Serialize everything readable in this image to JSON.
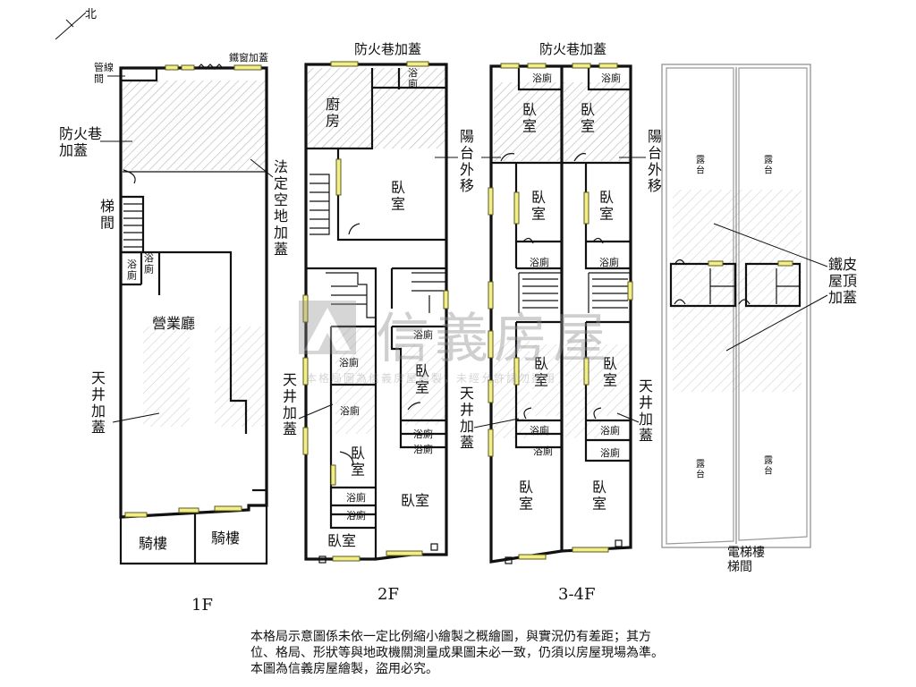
{
  "compass": {
    "north_label": "北"
  },
  "floors": {
    "f1": {
      "label": "1F",
      "rooms": {
        "pipe_room": "管線\n間",
        "iron_canopy": "鐵窗加蓋",
        "fire_lane": "防火巷\n加蓋",
        "stair": "梯\n間",
        "legal_open": "法\n定\n空\n地\n加\n蓋",
        "bath_a": "浴\n廁",
        "bath_b": "浴\n廁",
        "business_hall": "營業廳",
        "courtyard": "天\n井\n加\n蓋",
        "arcade_a": "騎樓",
        "arcade_b": "騎樓"
      }
    },
    "f2": {
      "label": "2F",
      "rooms": {
        "fire_lane_top": "防火巷加蓋",
        "bath_top": "浴\n廁",
        "kitchen": "廚\n房",
        "bedroom_main": "臥\n室",
        "balcony": "陽\n台\n外\n移",
        "bath_mid": "浴廁",
        "bath_mid2": "浴廁",
        "bedroom_mid": "臥\n室",
        "courtyard": "天\n井\n加\n蓋",
        "bath_c": "浴廁",
        "bath_d": "浴廁",
        "bedroom_left": "臥\n室",
        "bath_e": "浴廁",
        "bath_f": "浴廁",
        "bedroom_right": "臥室",
        "bedroom_bottom": "臥室"
      }
    },
    "f34": {
      "label": "3-4F",
      "rooms": {
        "fire_lane_top": "防火巷加蓋",
        "bath_top_a": "浴廁",
        "bath_top_b": "浴廁",
        "bedroom_top_a": "臥\n室",
        "bedroom_top_b": "臥\n室",
        "balcony_a": "陽\n台\n外\n移",
        "balcony_b": "陽\n台\n外\n移",
        "bedroom_mid_a": "臥\n室",
        "bedroom_mid_b": "臥\n室",
        "bath_mid_a": "浴廁",
        "bath_mid_b": "浴廁",
        "bedroom_low_a": "臥\n室",
        "bedroom_low_b": "臥\n室",
        "courtyard_a": "天\n井\n加\n蓋",
        "courtyard_b": "天\n井\n加\n蓋",
        "bath_low_a1": "浴廁",
        "bath_low_a2": "浴廁",
        "bath_low_b1": "浴廁",
        "bath_low_b2": "浴廁",
        "bedroom_bottom_a": "臥\n室",
        "bedroom_bottom_b": "臥\n室"
      }
    },
    "roof": {
      "rooms": {
        "terrace_1": "露\n台",
        "terrace_2": "露\n台",
        "terrace_3": "露\n台",
        "terrace_4": "露\n台",
        "iron_roof": "鐵皮\n屋頂\n加蓋",
        "elevator_stair": "電梯樓\n梯間"
      }
    }
  },
  "watermark": {
    "brand": "信義房屋",
    "sub": "本格局圖為信義房屋繪製，未經允許請勿盜用"
  },
  "disclaimer": {
    "line1": "本格局示意圖係未依一定比例縮小繪製之概繪圖，與實況仍有差距；其方",
    "line2": "位、格局、形狀等與地政機關測量成果圖未必一致，仍須以房屋現場為準。",
    "line3": "本圖為信義房屋繪製，盜用必究。"
  },
  "colors": {
    "wall": "#111111",
    "window": "#f2ee8a",
    "hatch": "#b9b9b9",
    "watermark": "#8c8c8c"
  }
}
